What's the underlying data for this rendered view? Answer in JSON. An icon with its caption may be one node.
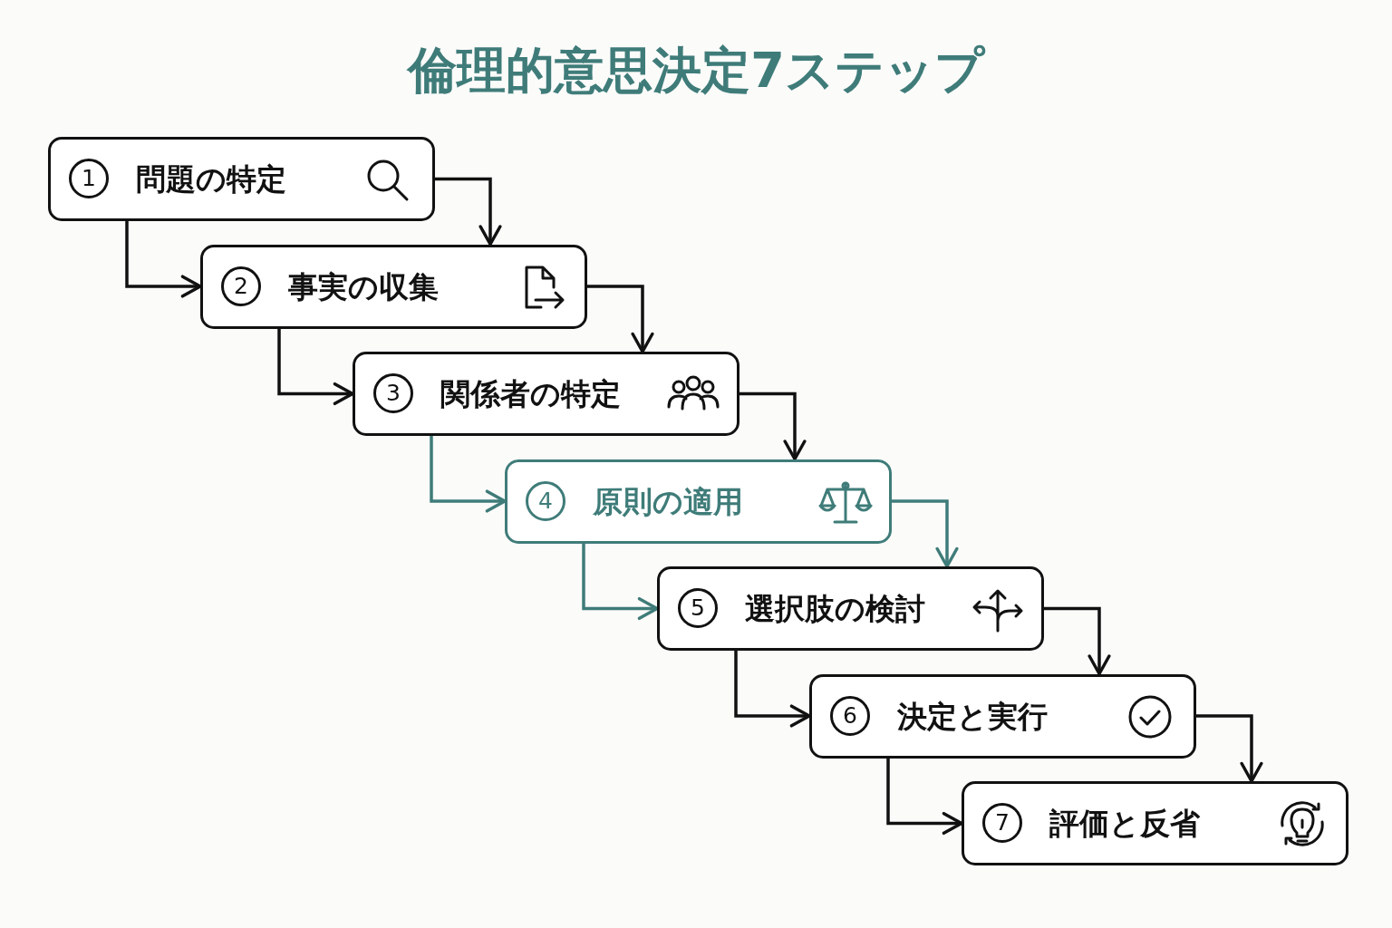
{
  "diagram": {
    "title": "倫理的意思決定7ステップ",
    "nodes": [
      {
        "text": [
          "1",
          "問題の特定"
        ]
      },
      {
        "text": [
          "2",
          "事実の収集"
        ]
      },
      {
        "text": [
          "3",
          "関係者の特定"
        ]
      },
      {
        "text": [
          "4",
          "原則の適用"
        ]
      },
      {
        "text": [
          "5",
          "選択肢の検討"
        ]
      },
      {
        "text": [
          "6",
          "決定と実行"
        ]
      },
      {
        "text": [
          "7",
          "評価と反省"
        ]
      }
    ],
    "edges": [
      {
        "from": 0,
        "to": 1,
        "arrow": "to"
      },
      {
        "from": 0,
        "to": 1,
        "arrow": "to"
      },
      {
        "from": 1,
        "to": 2,
        "arrow": "to"
      },
      {
        "from": 1,
        "to": 2,
        "arrow": "to"
      },
      {
        "from": 2,
        "to": 3,
        "arrow": "to"
      },
      {
        "from": 2,
        "to": 3,
        "arrow": "to",
        "color": "#3f7c79"
      },
      {
        "from": 3,
        "to": 4,
        "arrow": "to",
        "color": "#3f7c79"
      },
      {
        "from": 3,
        "to": 4,
        "arrow": "to",
        "color": "#3f7c79"
      },
      {
        "from": 4,
        "to": 5,
        "arrow": "to"
      },
      {
        "from": 4,
        "to": 5,
        "arrow": "to"
      },
      {
        "from": 5,
        "to": 6,
        "arrow": "to"
      },
      {
        "from": 5,
        "to": 6,
        "arrow": "to"
      }
    ]
  }
}
